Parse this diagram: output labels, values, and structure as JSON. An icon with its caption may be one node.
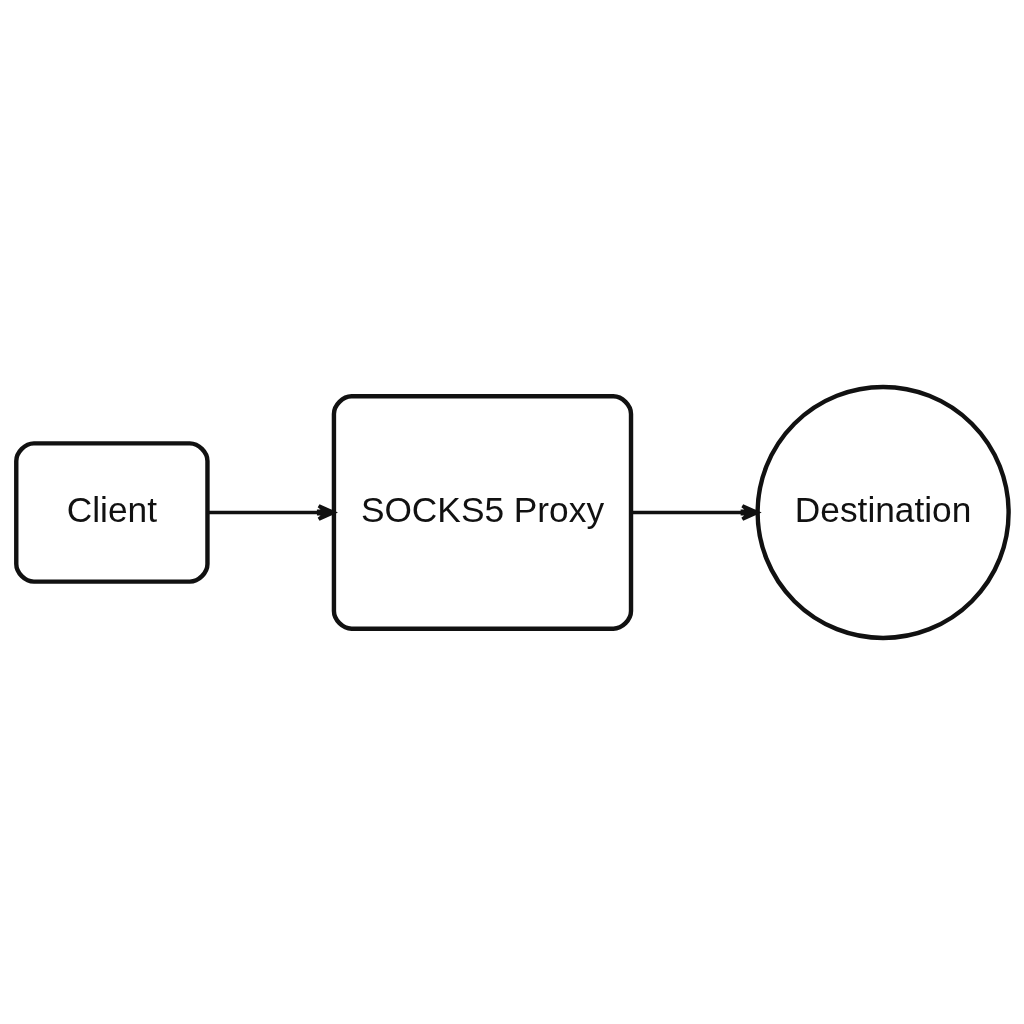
{
  "diagram": {
    "nodes": [
      {
        "text": [
          "Client"
        ]
      },
      {
        "text": [
          "SOCKS5 Proxy"
        ]
      },
      {
        "text": [
          "Destination"
        ]
      }
    ],
    "edges": [
      {
        "from": 0,
        "to": 1,
        "arrow": "to"
      },
      {
        "from": 1,
        "to": 2,
        "arrow": "to"
      }
    ]
  }
}
